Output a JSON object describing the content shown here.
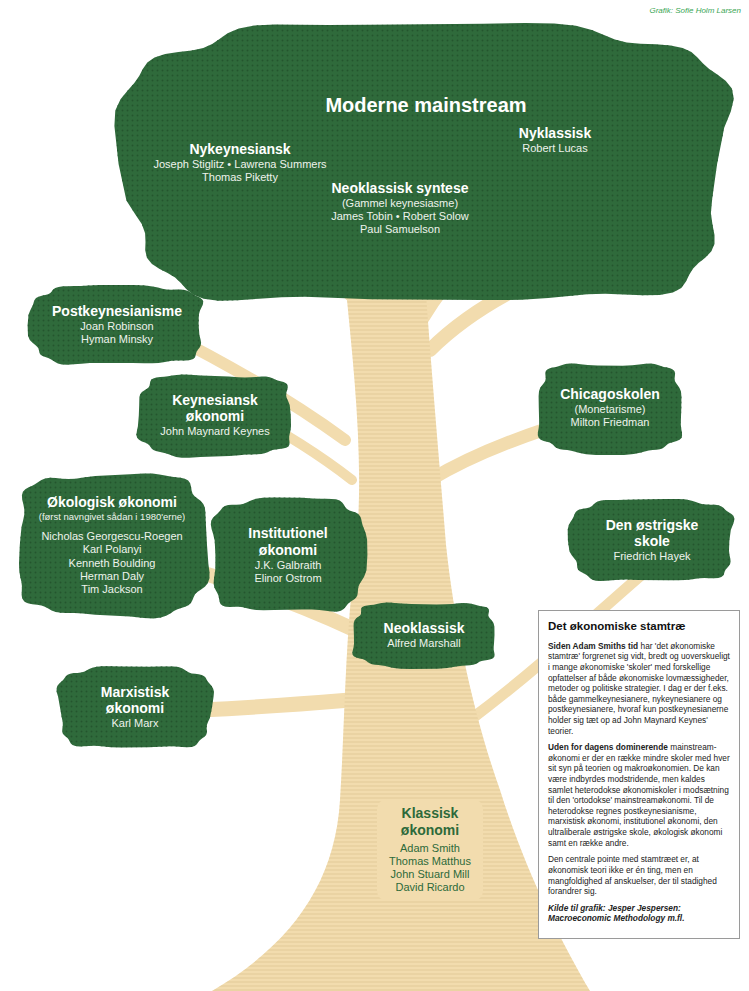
{
  "diagram": {
    "nodes": [
      {
        "text": [
          "Moderne mainstream"
        ]
      },
      {
        "text": [
          "Nykeynesiansk",
          "Joseph Stiglitz • Lawrena Summers",
          "Thomas Piketty"
        ],
        "in": 0
      },
      {
        "text": [
          "Neoklassisk syntese",
          "(Gammel keynesiasme)",
          "James Tobin • Robert Solow",
          "Paul Samuelson"
        ],
        "in": 0
      },
      {
        "text": [
          "Nyklassisk",
          "Robert Lucas"
        ],
        "in": 0
      },
      {
        "text": [
          "Postkeynesianisme",
          "Joan Robinson",
          "Hyman Minsky"
        ]
      },
      {
        "text": [
          "Keynesiansk økonomi",
          "John Maynard Keynes"
        ]
      },
      {
        "text": [
          "Chicagoskolen",
          "(Monetarisme)",
          "Milton Friedman"
        ]
      },
      {
        "text": [
          "Økologisk økonomi",
          "(først navngivet sådan i 1980'erne)",
          "Nicholas Georgescu-Roegen",
          "Karl Polanyi",
          "Kenneth Boulding",
          "Herman Daly",
          "Tim Jackson"
        ]
      },
      {
        "text": [
          "Institutionel økonomi",
          "J.K. Galbraith",
          "Elinor Ostrom"
        ]
      },
      {
        "text": [
          "Den østrigske skole",
          "Friedrich Hayek"
        ]
      },
      {
        "text": [
          "Neoklassisk",
          "Alfred Marshall"
        ]
      },
      {
        "text": [
          "Marxistisk økonomi",
          "Karl Marx"
        ]
      },
      {
        "text": [
          "Klassisk økonomi",
          "Adam Smith",
          "Thomas Matthus",
          "John Stuard Mill",
          "David Ricardo"
        ]
      },
      {
        "text": [
          "Det økonomiske stamtræ",
          "Siden Adam Smiths tid",
          "har 'det økonomiske stamtræ' forgrenet sig vidt, bredt og uoverskueligt i mange økonomiske 'skoler' med forskellige opfattelser af både økonomiske lovmæssigheder, metoder og politiske strategier. I dag er der f.eks. både gammelkeynesianere, nykeynesianere og postkeynesianere, hvoraf kun postkeynesianerne holder sig tæt op ad John Maynard Keynes' teorier.",
          "Uden for dagens dominerende",
          "mainstream-økonomi er der en række mindre skoler med hver sit syn på teorien og makroøkonomien. De kan være indbyrdes modstridende, men kaldes samlet heterodokse økonomiskoler i modsætning til den 'ortodokse' mainstreamøkonomi. Til de heterodokse regnes postkeynesianisme, marxistisk økonomi, institutionel økonomi, den ultraliberale østrigske skole, økologisk økonomi samt en række andre.",
          "Den centrale pointe med stamtræet er, at økonomisk teori ikke er én ting, men en mangfoldighed af anskuelser, der til stadighed forandrer sig.",
          "Kilde til grafik: Jesper Jespersen: Macroeconomic Methodology m.fl."
        ]
      }
    ],
    "labels": [
      "Grafik: Sofie Holm Larsen"
    ]
  }
}
